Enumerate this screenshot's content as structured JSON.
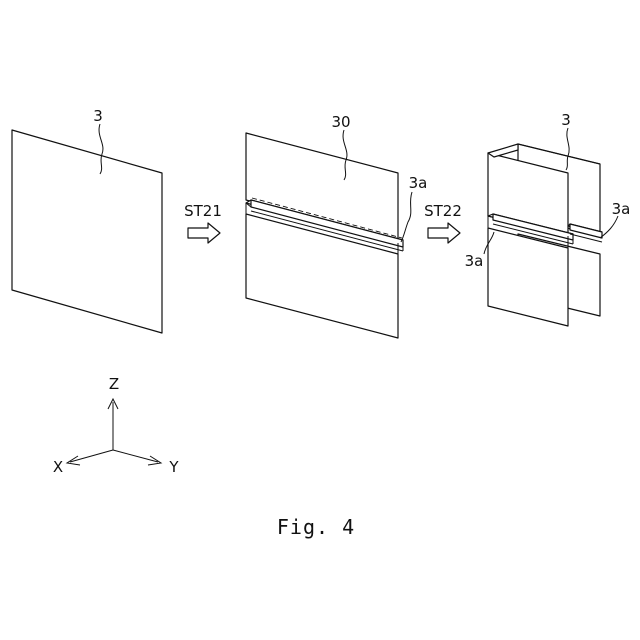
{
  "figure": {
    "caption": "Fig. 4",
    "panel1": {
      "ref": "3"
    },
    "step1": {
      "label": "ST21"
    },
    "panel2": {
      "ref_top": "30",
      "ref_fold": "3a"
    },
    "step2": {
      "label": "ST22"
    },
    "panel3": {
      "ref_top": "3",
      "ref_fold_left": "3a",
      "ref_fold_right": "3a"
    },
    "axes": {
      "x": "X",
      "y": "Y",
      "z": "Z"
    }
  }
}
